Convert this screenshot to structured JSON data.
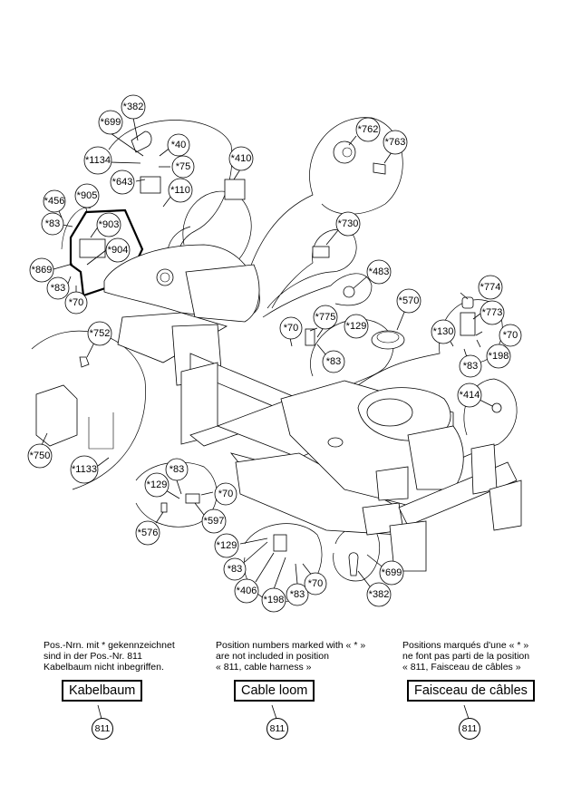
{
  "diagram": {
    "title": "Electrical components / cable harness exploded view",
    "callouts": [
      {
        "id": "382-top",
        "label": "*382"
      },
      {
        "id": "699-top",
        "label": "*699"
      },
      {
        "id": "1134",
        "label": "*1134"
      },
      {
        "id": "40",
        "label": "*40"
      },
      {
        "id": "75",
        "label": "*75"
      },
      {
        "id": "643",
        "label": "*643"
      },
      {
        "id": "110",
        "label": "*110"
      },
      {
        "id": "410",
        "label": "*410"
      },
      {
        "id": "762",
        "label": "*762"
      },
      {
        "id": "763",
        "label": "*763"
      },
      {
        "id": "456",
        "label": "*456"
      },
      {
        "id": "905",
        "label": "*905"
      },
      {
        "id": "83-a",
        "label": "*83"
      },
      {
        "id": "903",
        "label": "*903"
      },
      {
        "id": "904",
        "label": "*904"
      },
      {
        "id": "869",
        "label": "*869"
      },
      {
        "id": "83-b",
        "label": "*83"
      },
      {
        "id": "70-a",
        "label": "*70"
      },
      {
        "id": "730",
        "label": "*730"
      },
      {
        "id": "483",
        "label": "*483"
      },
      {
        "id": "570",
        "label": "*570"
      },
      {
        "id": "774",
        "label": "*774"
      },
      {
        "id": "773",
        "label": "*773"
      },
      {
        "id": "130",
        "label": "*130"
      },
      {
        "id": "70-b",
        "label": "*70"
      },
      {
        "id": "198-a",
        "label": "*198"
      },
      {
        "id": "83-c",
        "label": "*83"
      },
      {
        "id": "70-c",
        "label": "*70"
      },
      {
        "id": "775",
        "label": "*775"
      },
      {
        "id": "129-a",
        "label": "*129"
      },
      {
        "id": "83-d",
        "label": "*83"
      },
      {
        "id": "752",
        "label": "*752"
      },
      {
        "id": "414",
        "label": "*414"
      },
      {
        "id": "750",
        "label": "*750"
      },
      {
        "id": "1133",
        "label": "*1133"
      },
      {
        "id": "83-e",
        "label": "*83"
      },
      {
        "id": "129-b",
        "label": "*129"
      },
      {
        "id": "70-d",
        "label": "*70"
      },
      {
        "id": "597",
        "label": "*597"
      },
      {
        "id": "576",
        "label": "*576"
      },
      {
        "id": "129-c",
        "label": "*129"
      },
      {
        "id": "83-f",
        "label": "*83"
      },
      {
        "id": "406",
        "label": "*406"
      },
      {
        "id": "198-b",
        "label": "*198"
      },
      {
        "id": "83-g",
        "label": "*83"
      },
      {
        "id": "70-e",
        "label": "*70"
      },
      {
        "id": "699-bottom",
        "label": "*699"
      },
      {
        "id": "382-bottom",
        "label": "*382"
      }
    ]
  },
  "notes": {
    "german": "Pos.-Nrn. mit * gekennzeichnet\nsind in der Pos.-Nr. 811\nKabelbaum nicht inbegriffen.",
    "english": "Position numbers marked with « * »\nare not included in position\n« 811, cable harness »",
    "french": "Positions marqués d'une « * »\nne font pas parti de la position\n« 811, Faisceau de câbles »"
  },
  "legend": [
    {
      "label": "Kabelbaum",
      "ref": "811"
    },
    {
      "label": "Cable loom",
      "ref": "811"
    },
    {
      "label": "Faisceau de câbles",
      "ref": "811"
    }
  ]
}
